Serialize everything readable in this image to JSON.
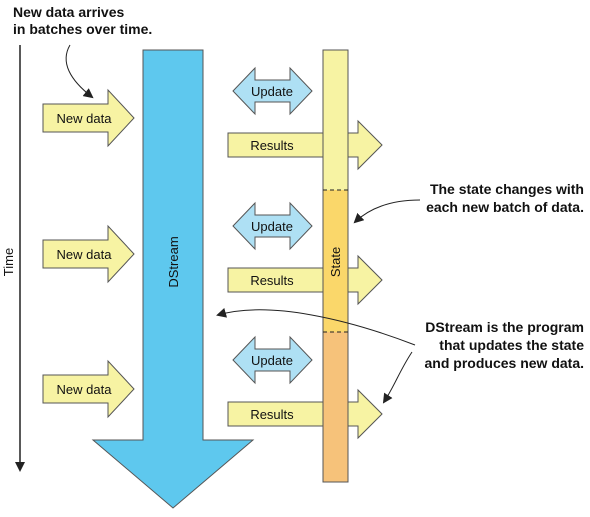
{
  "time_axis": {
    "label": "Time"
  },
  "dstream": {
    "label": "DStream"
  },
  "state": {
    "label": "State"
  },
  "new_data_label": "New data",
  "update_label": "Update",
  "results_label": "Results",
  "annotations": {
    "new_data_note": [
      "New data arrives",
      "in batches over time."
    ],
    "state_note": [
      "The state changes with",
      "each new batch of data."
    ],
    "dstream_note": [
      "DStream is the program",
      "that updates the state",
      "and produces new data."
    ]
  },
  "colors": {
    "dstream_fill": "#5ec8ee",
    "input_arrow_fill": "#f7f3a3",
    "update_fill": "#aee0f4",
    "state_top": "#f7f3a3",
    "state_mid": "#fad76a",
    "state_bottom": "#f6c27a",
    "outline": "#555555"
  }
}
